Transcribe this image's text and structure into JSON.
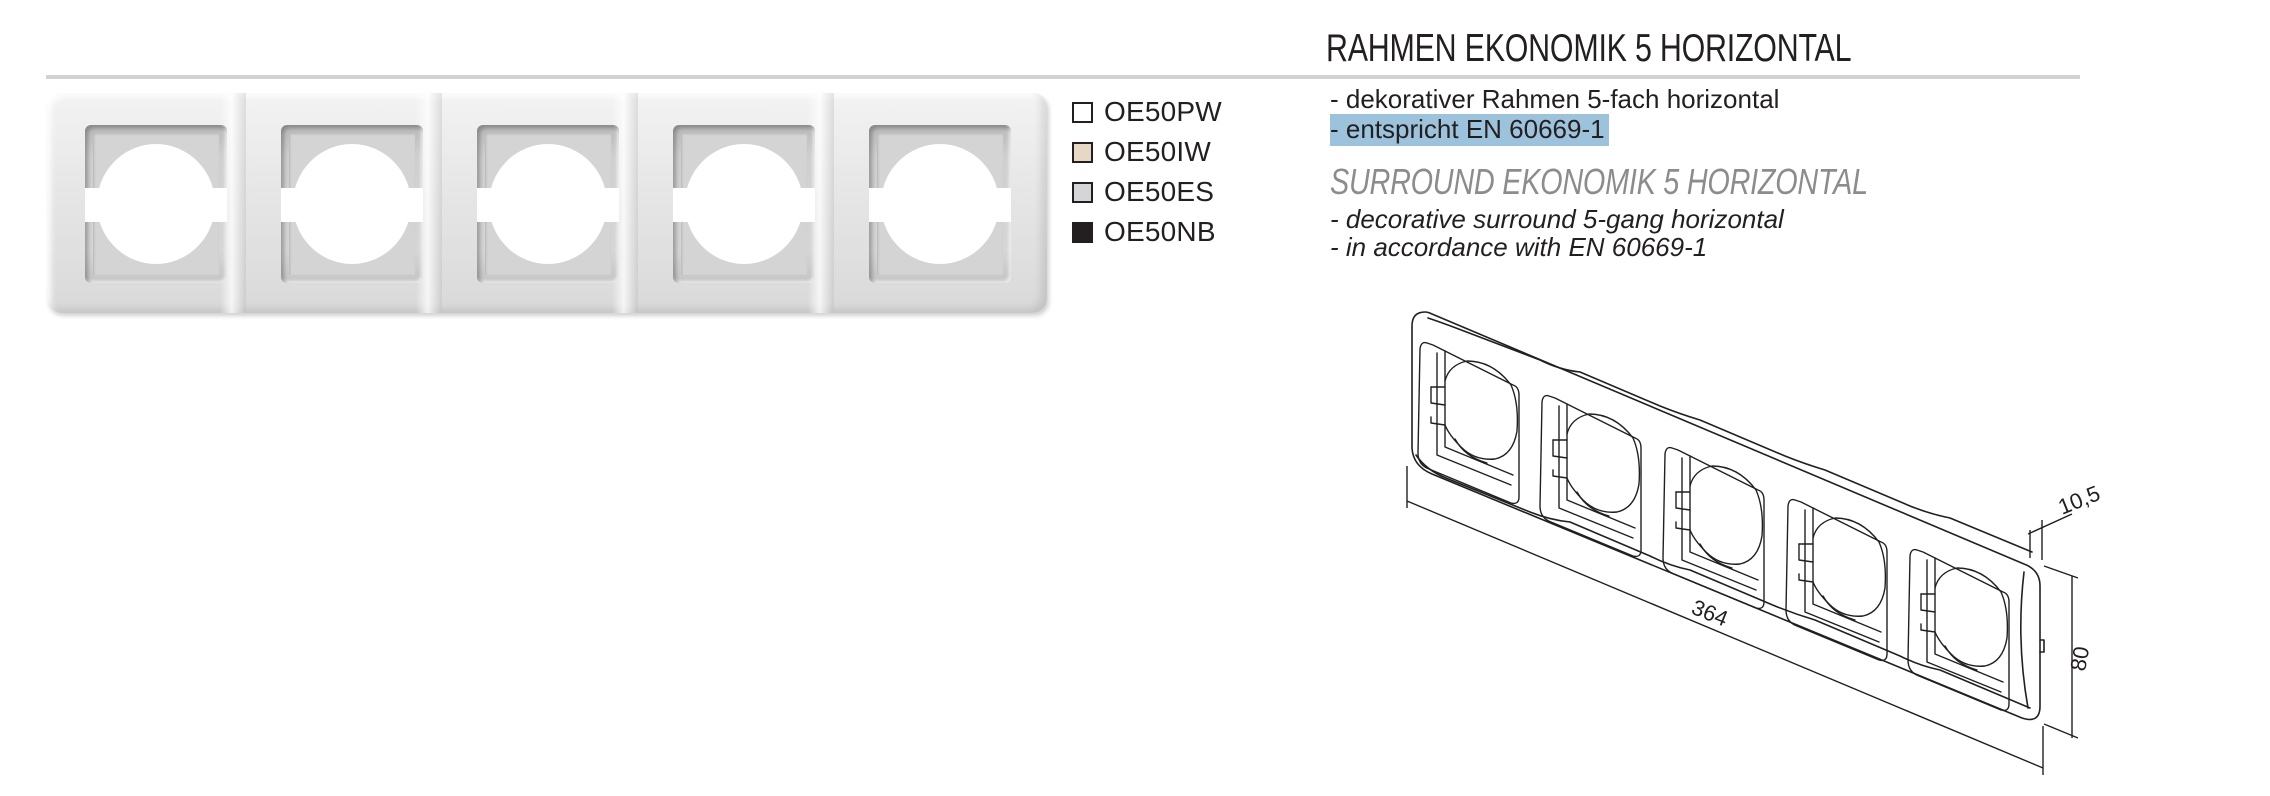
{
  "header": {
    "title": "RAHMEN EKONOMIK 5 HORIZONTAL",
    "rule_color": "#d2d2d2"
  },
  "description_de": {
    "lines": [
      "- dekorativer Rahmen 5-fach horizontal",
      "- entspricht EN 60669-1"
    ],
    "highlight_color": "#9cc2dc"
  },
  "subtitle_en": "SURROUND EKONOMIK 5 HORIZONTAL",
  "description_en": {
    "lines": [
      "- decorative surround 5-gang horizontal",
      "- in accordance with EN 60669-1"
    ]
  },
  "variants": [
    {
      "code": "OE50PW",
      "color": "#ffffff"
    },
    {
      "code": "OE50IW",
      "color": "#e6d8c4"
    },
    {
      "code": "OE50ES",
      "color": "#d4d5d6"
    },
    {
      "code": "OE50NB",
      "color": "#231f20"
    }
  ],
  "product_photo": {
    "gangs": 5,
    "finish": "white"
  },
  "technical_drawing": {
    "dimensions": {
      "width": "364",
      "height": "80",
      "depth": "10,5"
    },
    "unit_implied": "mm"
  }
}
